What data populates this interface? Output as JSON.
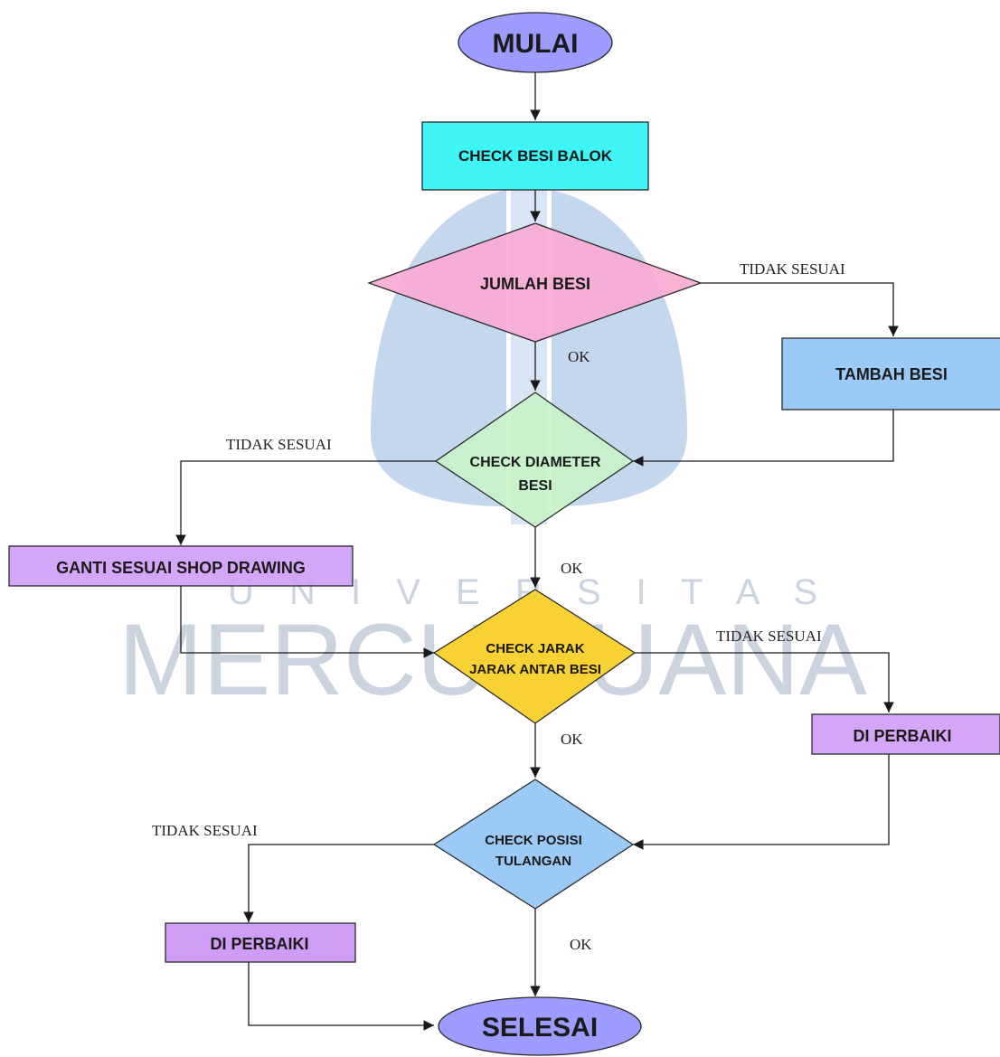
{
  "watermark": {
    "line1": "U N I V E R S I T A S",
    "line2": "MERCU BUANA",
    "color": "#8ea0b8"
  },
  "nodes": {
    "start": {
      "label": "MULAI",
      "color": "#9c9cff"
    },
    "check_besi_balok": {
      "label": "CHECK BESI BALOK",
      "color": "#3ff4f4"
    },
    "jumlah_besi": {
      "label": "JUMLAH BESI",
      "color": "#f8aad2"
    },
    "tambah_besi": {
      "label": "TAMBAH BESI",
      "color": "#9ccaf6"
    },
    "check_diameter": {
      "line1": "CHECK DIAMETER",
      "line2": "BESI",
      "color": "#c8f3c8"
    },
    "ganti_sesuai": {
      "label": "GANTI SESUAI SHOP DRAWING",
      "color": "#cf9cf6"
    },
    "check_jarak": {
      "line1": "CHECK JARAK",
      "line2": "JARAK ANTAR BESI",
      "color": "#f8d133"
    },
    "di_perbaiki_right": {
      "label": "DI PERBAIKI",
      "color": "#d6a6f6"
    },
    "check_posisi": {
      "line1": "CHECK POSISI",
      "line2": "TULANGAN",
      "color": "#9ccaf6"
    },
    "di_perbaiki_left": {
      "label": "DI PERBAIKI",
      "color": "#cf9cf6"
    },
    "end": {
      "label": "SELESAI",
      "color": "#9c9cff"
    }
  },
  "edge_labels": {
    "jumlah_tidak": "TIDAK SESUAI",
    "jumlah_ok": "OK",
    "diameter_tidak": "TIDAK SESUAI",
    "diameter_ok": "OK",
    "jarak_tidak": "TIDAK SESUAI",
    "jarak_ok": "OK",
    "posisi_tidak": "TIDAK SESUAI",
    "posisi_ok": "OK"
  }
}
